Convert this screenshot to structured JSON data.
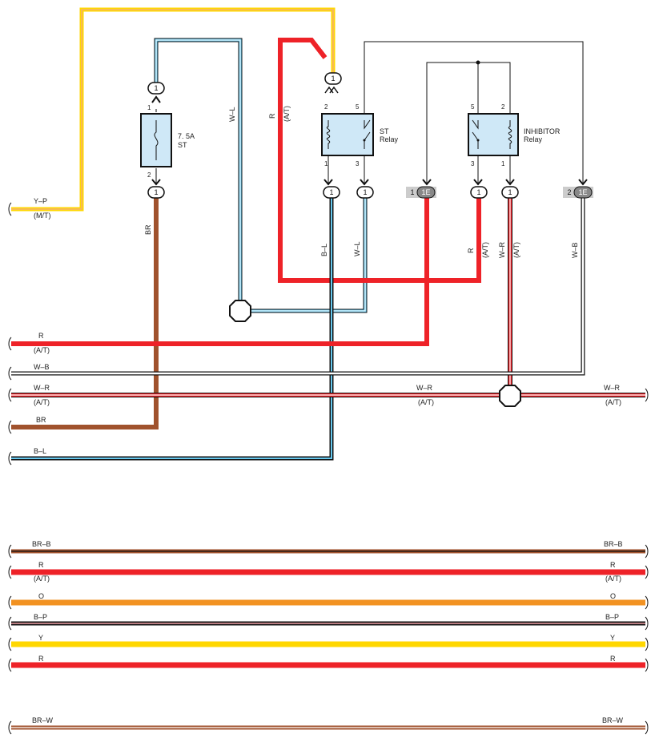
{
  "colors": {
    "red": "#ee2228",
    "brown": "#a0522d",
    "yellow": "#ffd700",
    "orange": "#f29222",
    "pink": "#ef9fa6",
    "lightblue": "#67c8ee",
    "black": "#111111",
    "component_fill": "#cfe8f7"
  },
  "components": {
    "fuse": {
      "rating": "7. 5A",
      "name": "ST",
      "pin_top": "1",
      "pin_bottom": "2"
    },
    "st_relay": {
      "name_line1": "ST",
      "name_line2": "Relay",
      "pin_tl": "2",
      "pin_tr": "5",
      "pin_bl": "1",
      "pin_br": "3"
    },
    "inhibitor_relay": {
      "name_line1": "INHIBITOR",
      "name_line2": "Relay",
      "pin_tl": "5",
      "pin_tr": "2",
      "pin_bl": "3",
      "pin_br": "1"
    }
  },
  "connectors": {
    "fuse_top": "1",
    "fuse_bottom": "1",
    "yp_top": "1",
    "st_bottom_left": "1",
    "st_bottom_right": "1",
    "inh_bottom_left": "1",
    "inh_bottom_right": "1",
    "conn_1e_a": {
      "pin": "1",
      "code": "1E"
    },
    "conn_1e_b": {
      "pin": "2",
      "code": "1E"
    }
  },
  "wire_labels": {
    "yp": "Y–P",
    "mt": "(M/T)",
    "wl_top": "W–L",
    "r_top": "R",
    "at_top": "(A/T)",
    "br_vert": "BR",
    "bl_vert": "B–L",
    "wl_vert": "W–L",
    "r_vert": "R",
    "at_r_vert": "(A/T)",
    "wr_vert": "W–R",
    "at_wr_vert": "(A/T)",
    "wb_vert": "W–B"
  },
  "left_rows": [
    {
      "label": "R",
      "sub": "(A/T)"
    },
    {
      "label": "W–B",
      "sub": ""
    },
    {
      "label": "W–R",
      "sub": "(A/T)"
    },
    {
      "label": "BR",
      "sub": ""
    },
    {
      "label": "B–L",
      "sub": ""
    }
  ],
  "wr_mid": {
    "label": "W–R",
    "sub": "(A/T)"
  },
  "wr_right": {
    "label": "W–R",
    "sub": "(A/T)"
  },
  "bottom_wires": [
    {
      "label": "BR–B",
      "sub": "",
      "right_label": "BR–B",
      "right_sub": ""
    },
    {
      "label": "R",
      "sub": "(A/T)",
      "right_label": "R",
      "right_sub": "(A/T)"
    },
    {
      "label": "O",
      "sub": "",
      "right_label": "O",
      "right_sub": ""
    },
    {
      "label": "B–P",
      "sub": "",
      "right_label": "B–P",
      "right_sub": ""
    },
    {
      "label": "Y",
      "sub": "",
      "right_label": "Y",
      "right_sub": ""
    },
    {
      "label": "R",
      "sub": "",
      "right_label": "R",
      "right_sub": ""
    },
    {
      "label": "BR–W",
      "sub": "",
      "right_label": "BR–W",
      "right_sub": ""
    }
  ]
}
